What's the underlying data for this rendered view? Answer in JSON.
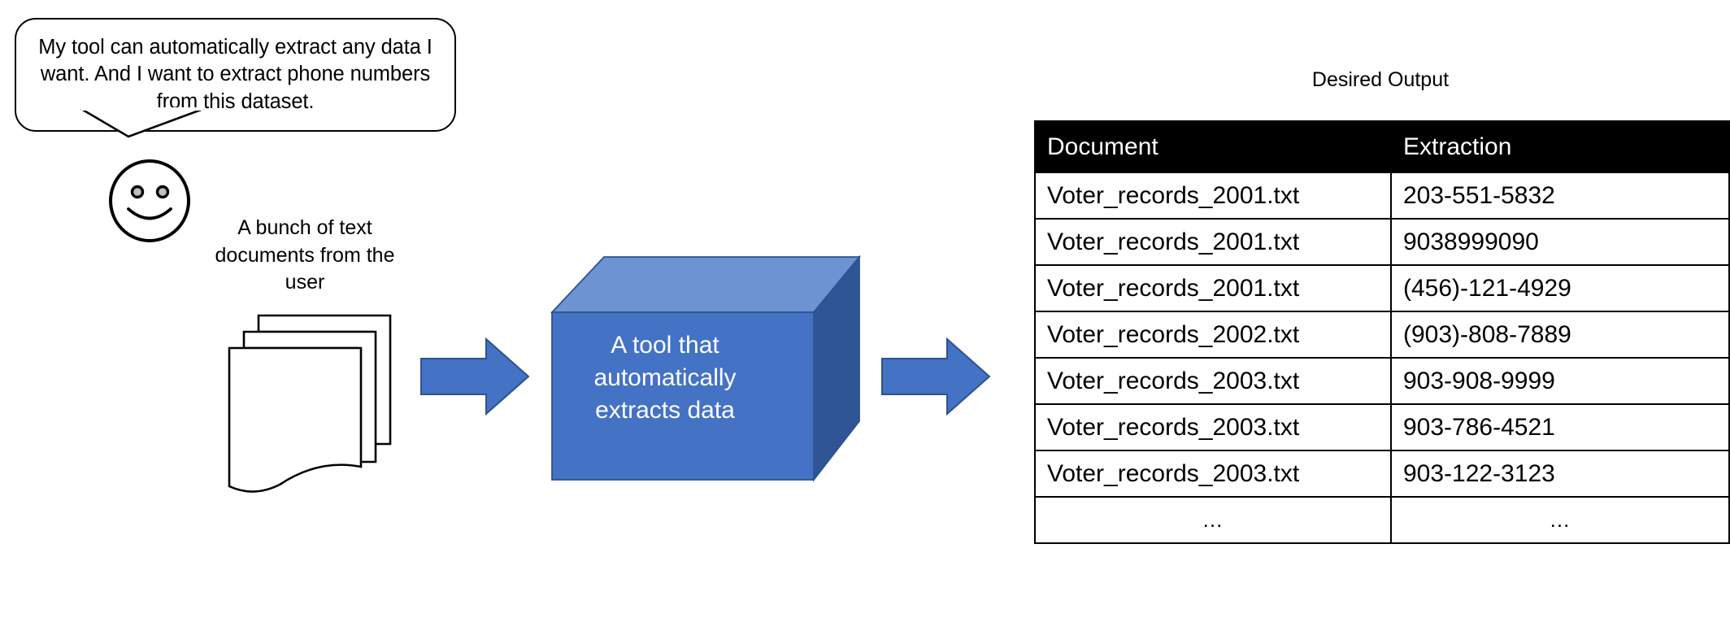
{
  "speech_bubble": {
    "text": "My tool can automatically extract any data I want. And I want to extract phone numbers from this dataset."
  },
  "persona": {
    "icon": "smiley-face"
  },
  "documents": {
    "caption": "A bunch of text documents from the user",
    "icon": "document-stack-icon"
  },
  "flow": {
    "arrow_1": "arrow-right-icon",
    "arrow_2": "arrow-right-icon"
  },
  "tool_box": {
    "label": "A tool that automatically extracts data",
    "front_color": "#4472C4",
    "top_color": "#6E93D3",
    "side_color": "#2F5597",
    "edge_color": "#2E528F"
  },
  "output": {
    "title": "Desired Output",
    "columns": [
      "Document",
      "Extraction"
    ],
    "rows": [
      [
        "Voter_records_2001.txt",
        "203-551-5832"
      ],
      [
        "Voter_records_2001.txt",
        "9038999090"
      ],
      [
        "Voter_records_2001.txt",
        "(456)-121-4929"
      ],
      [
        "Voter_records_2002.txt",
        "(903)-808-7889"
      ],
      [
        "Voter_records_2003.txt",
        "903-908-9999"
      ],
      [
        "Voter_records_2003.txt",
        "903-786-4521"
      ],
      [
        "Voter_records_2003.txt",
        "903-122-3123"
      ],
      [
        "...",
        "..."
      ]
    ],
    "header_bg": "#000000",
    "header_fg": "#FFFFFF",
    "border_color": "#000000"
  }
}
